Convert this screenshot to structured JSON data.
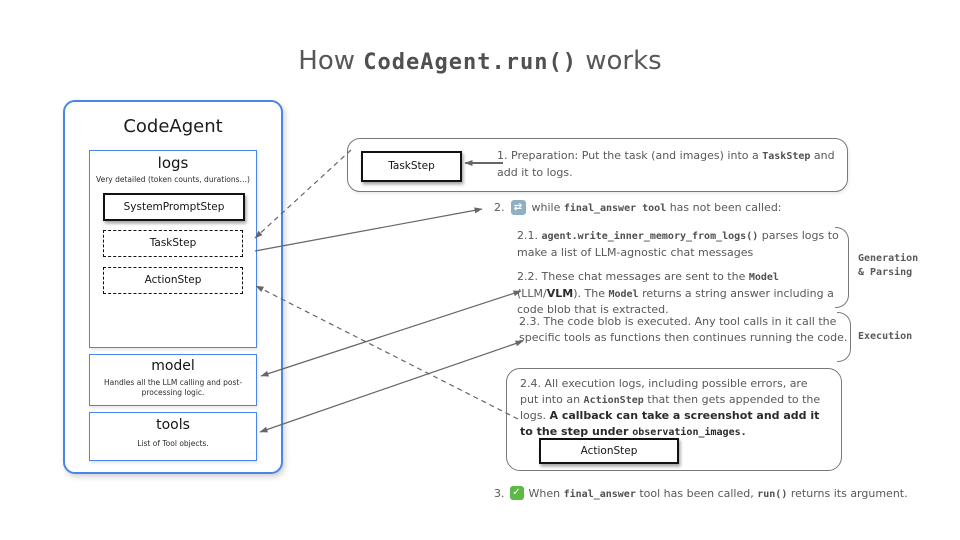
{
  "title": {
    "t1": "How ",
    "code": "CodeAgent.run()",
    "t2": " works"
  },
  "agent_panel": {
    "title": "CodeAgent",
    "logs": {
      "title": "logs",
      "subtitle": "Very detailed (token counts, durations…)",
      "steps": [
        {
          "label": "SystemPromptStep",
          "style": "solid"
        },
        {
          "label": "TaskStep",
          "style": "dashed"
        },
        {
          "label": "ActionStep",
          "style": "dashed"
        }
      ]
    },
    "model": {
      "title": "model",
      "subtitle": "Handles all the LLM calling and post-processing logic."
    },
    "tools": {
      "title": "tools",
      "subtitle": "List of Tool objects."
    }
  },
  "flow": {
    "step1": {
      "box_label": "TaskStep",
      "n": "1.  ",
      "t1": "Preparation: Put the task (and images) into a ",
      "code1": "TaskStep",
      "t2": " and add it to logs."
    },
    "step2": {
      "n": "2.",
      "icon": "repeat-icon",
      "t1": "while ",
      "code1": "final_answer tool",
      "t2": " has not been called:"
    },
    "step21": {
      "n": "2.1. ",
      "code1": "agent.write_inner_memory_from_logs()",
      "t1": " parses logs to make a list of LLM-agnostic chat messages"
    },
    "step22": {
      "n": "2.2. ",
      "t1": "These chat messages are sent to the ",
      "code1": "Model",
      "t2": " (LLM/",
      "b1": "VLM",
      "t3": "). The ",
      "code2": "Model",
      "t4": "  returns a string answer including a code blob that is extracted."
    },
    "step23": {
      "text": "2.3. The code blob is executed. Any tool calls in it call the specific tools as functions then continues running the code."
    },
    "step24": {
      "t1": "2.4. All execution logs, including possible errors, are put into an ",
      "code1": "ActionStep",
      "t2": " that then gets appended to the logs. ",
      "b1": "A callback can  take a screenshot and add it to the step under ",
      "code2": "observation_images.",
      "box_label": "ActionStep"
    },
    "step3": {
      "n": "3.",
      "icon": "check-icon",
      "t1": "When ",
      "code1": "final_answer",
      "t2": " tool has been called, ",
      "code2": "run()",
      "t3": " returns its argument."
    },
    "side_labels": {
      "gen1": "Generation",
      "gen2": "& Parsing",
      "execution": "Execution"
    }
  },
  "icons": {
    "repeat": "⇄",
    "check": "✓"
  },
  "colors": {
    "accent_blue": "#4a86e8",
    "outline_gray": "#787878",
    "text_gray": "#57585a",
    "check_green": "#5db846",
    "repeat_blue": "#8fb0c4"
  }
}
